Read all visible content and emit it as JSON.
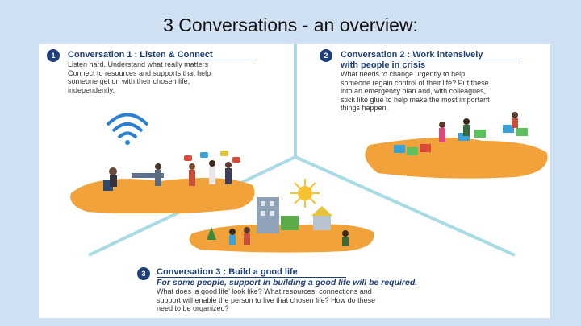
{
  "slide": {
    "title": "3 Conversations - an overview:"
  },
  "conversations": [
    {
      "number": "1",
      "title": "Conversation 1 : Listen & Connect",
      "body_lines": [
        "Listen hard. Understand what really matters",
        "Connect to resources and supports that help",
        "someone get on with their chosen life,",
        "independently."
      ]
    },
    {
      "number": "2",
      "title": "Conversation 2 : Work intensively",
      "title_line2": "with people in crisis",
      "body_lines": [
        "What needs to change urgently to help",
        "someone regain control of their life? Put these",
        "into an emergency plan and, with colleagues,",
        "stick like glue to help make the most important",
        "things happen."
      ]
    },
    {
      "number": "3",
      "title": "Conversation 3 : Build a good life",
      "subtitle": "For some people, support in building a good life will be required.",
      "body_lines": [
        "What does ‘a good life’ look like?  What resources, connections and",
        "support will enable the person to live that chosen life? How do these",
        "need to be organized?"
      ]
    }
  ],
  "colors": {
    "background": "#cfe0f3",
    "panel": "#ffffff",
    "divider": "#a8dbe3",
    "heading": "#1f3f7a",
    "ground": "#f2a23a",
    "sun": "#f5c430"
  },
  "illustrations": [
    "wifi-icon",
    "people-chatting",
    "speech-bubbles",
    "puzzle-pieces",
    "city-buildings",
    "sun-icon"
  ]
}
